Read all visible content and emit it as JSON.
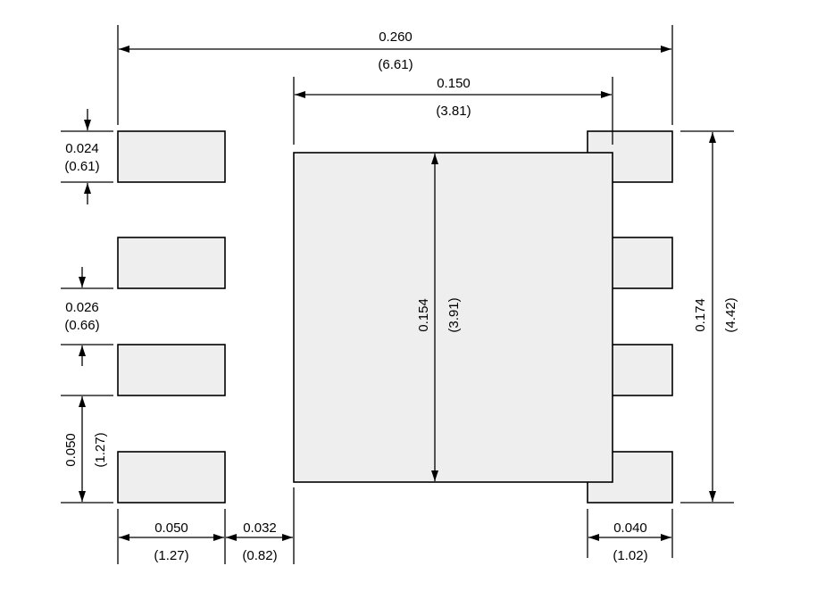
{
  "dimensions": {
    "overall_width": {
      "inch": "0.260",
      "mm": "(6.61)"
    },
    "pad_span_width": {
      "inch": "0.150",
      "mm": "(3.81)"
    },
    "pad_height": {
      "inch": "0.024",
      "mm": "(0.61)"
    },
    "pad_gap": {
      "inch": "0.026",
      "mm": "(0.66)"
    },
    "pitch": {
      "inch": "0.050",
      "mm": "(1.27)"
    },
    "center_height": {
      "inch": "0.154",
      "mm": "(3.91)"
    },
    "overall_height": {
      "inch": "0.174",
      "mm": "(4.42)"
    },
    "pad_length": {
      "inch": "0.050",
      "mm": "(1.27)"
    },
    "pad_clearance": {
      "inch": "0.032",
      "mm": "(0.82)"
    },
    "right_pad_length": {
      "inch": "0.040",
      "mm": "(1.02)"
    }
  }
}
